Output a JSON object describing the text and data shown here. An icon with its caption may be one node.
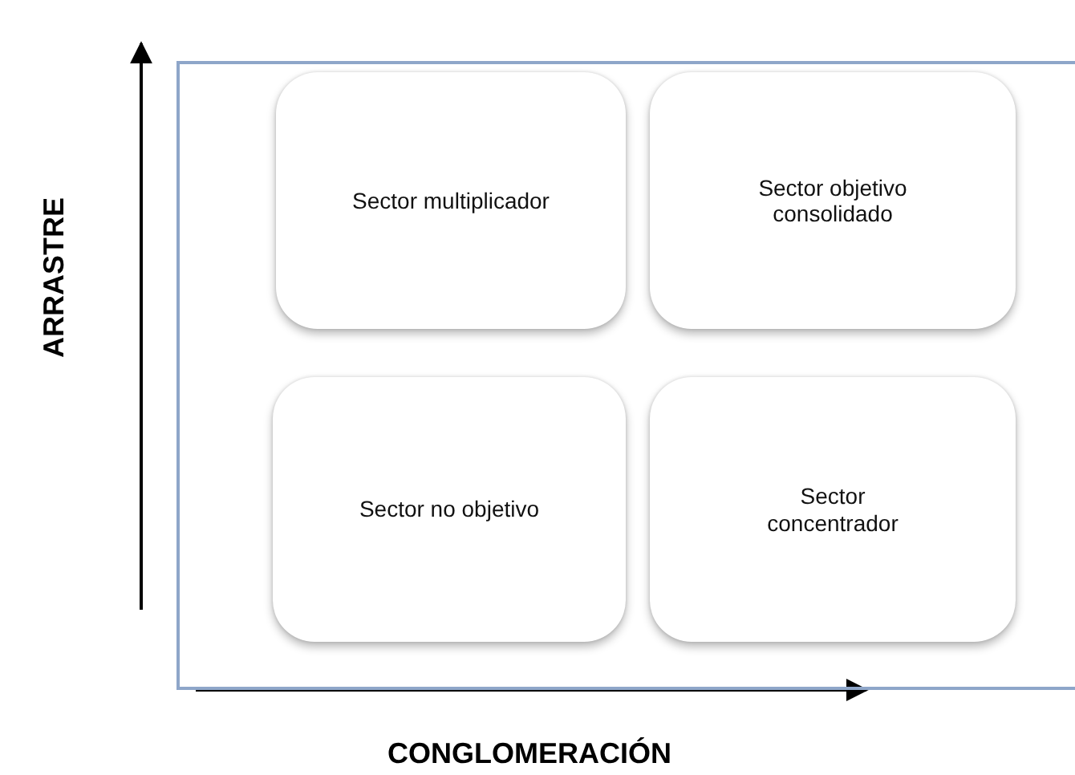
{
  "diagram": {
    "nodes": [
      {
        "text": [],
        "shape": "box"
      },
      {
        "text": [
          "Sector multiplicador"
        ],
        "in": 0
      },
      {
        "text": [
          "Sector objetivo consolidado"
        ],
        "in": 0
      },
      {
        "text": [
          "Sector no objetivo"
        ],
        "in": 0
      },
      {
        "text": [
          "Sector concentrador"
        ],
        "in": 0
      }
    ],
    "labels": [
      "ARRASTRE",
      "CONGLOMERACIÓN"
    ]
  }
}
